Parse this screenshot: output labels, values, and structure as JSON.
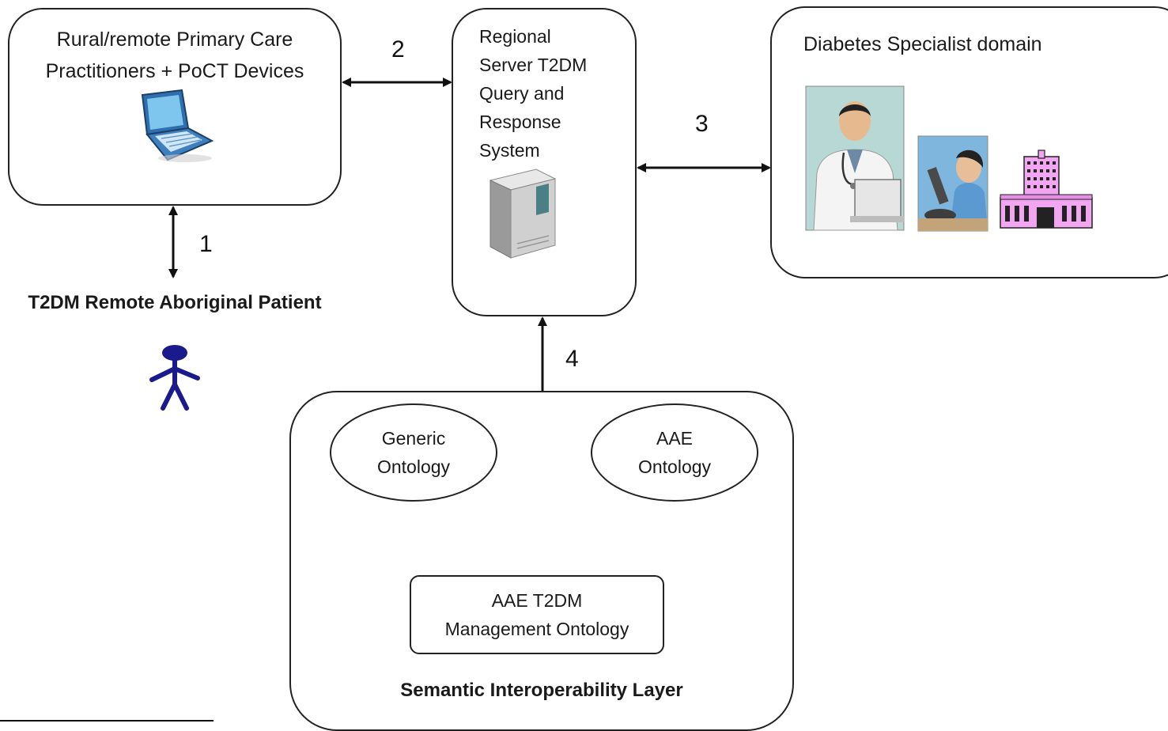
{
  "primary_care": {
    "line1": "Rural/remote Primary Care",
    "line2": "Practitioners + PoCT Devices"
  },
  "regional_server": {
    "lines": [
      "Regional",
      "Server T2DM",
      "Query and",
      "Response",
      "System"
    ]
  },
  "specialist": {
    "title": "Diabetes Specialist domain"
  },
  "patient": {
    "label": "T2DM Remote Aboriginal Patient"
  },
  "semantic_layer": {
    "title": "Semantic Interoperability Layer",
    "generic": [
      "Generic",
      "Ontology"
    ],
    "aae": [
      "AAE",
      "Ontology"
    ],
    "management": [
      "AAE T2DM",
      "Management Ontology"
    ]
  },
  "connections": {
    "n1": "1",
    "n2": "2",
    "n3": "3",
    "n4": "4"
  },
  "colors": {
    "patient_figure": "#1a1a8c",
    "laptop": "#3a7fc0",
    "server": "#b8b8b8",
    "hospital": "#e69ae6"
  },
  "icons": [
    "laptop-icon",
    "server-icon",
    "doctor-icon",
    "scientist-microscope-icon",
    "hospital-building-icon",
    "person-icon"
  ]
}
